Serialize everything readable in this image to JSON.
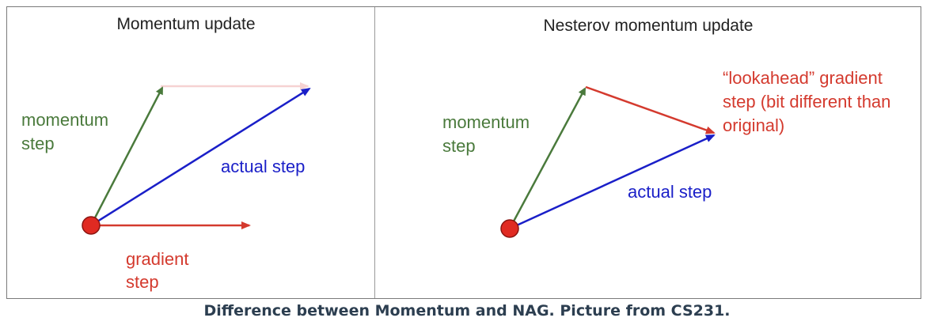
{
  "colors": {
    "momentum": "#4a7a3c",
    "gradient": "#d43a2e",
    "actual": "#1a1fc8",
    "ghost": "#f6d2d2",
    "origin_fill": "#e02a22",
    "origin_stroke": "#8a1410",
    "text": "#222222"
  },
  "panels": {
    "left": {
      "title": "Momentum update",
      "labels": {
        "momentum_1": "momentum",
        "momentum_2": "step",
        "actual": "actual step",
        "gradient_1": "gradient",
        "gradient_2": "step"
      }
    },
    "right": {
      "title": "Nesterov momentum update",
      "labels": {
        "lookahead_1": "“lookahead” gradient",
        "lookahead_2": "step (bit different than",
        "lookahead_3": "original)",
        "momentum_1": "momentum",
        "momentum_2": "step",
        "actual": "actual step"
      }
    }
  },
  "caption": "Difference between Momentum and NAG. Picture from CS231."
}
